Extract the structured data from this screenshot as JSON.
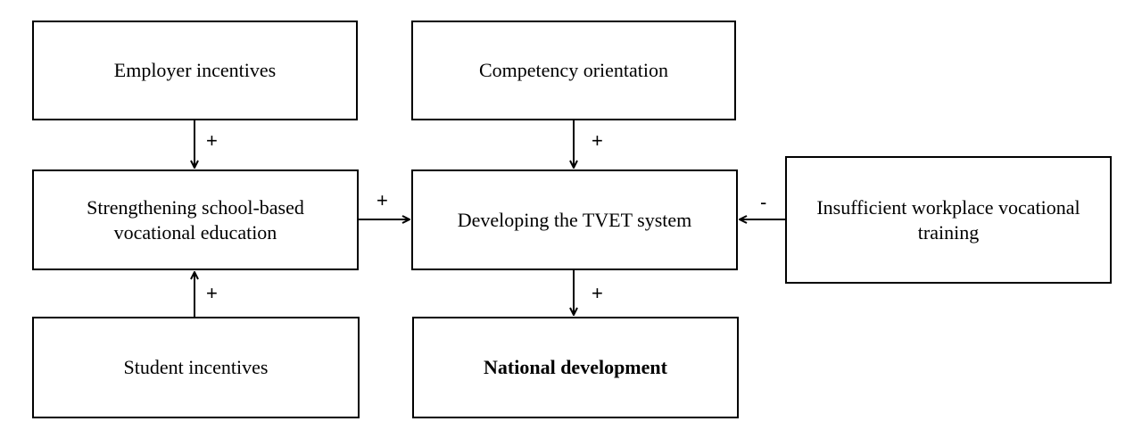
{
  "nodes": {
    "employer": "Employer incentives",
    "competency": "Competency orientation",
    "strengthening": "Strengthening school-based\nvocational education",
    "tvet": "Developing the TVET system",
    "insufficient": "Insufficient workplace vocational\ntraining",
    "student": "Student incentives",
    "national": "National development"
  },
  "edges": {
    "employer_to_strengthening": "+",
    "competency_to_tvet": "+",
    "strengthening_to_tvet": "+",
    "insufficient_to_tvet": "-",
    "student_to_strengthening": "+",
    "tvet_to_national": "+"
  }
}
